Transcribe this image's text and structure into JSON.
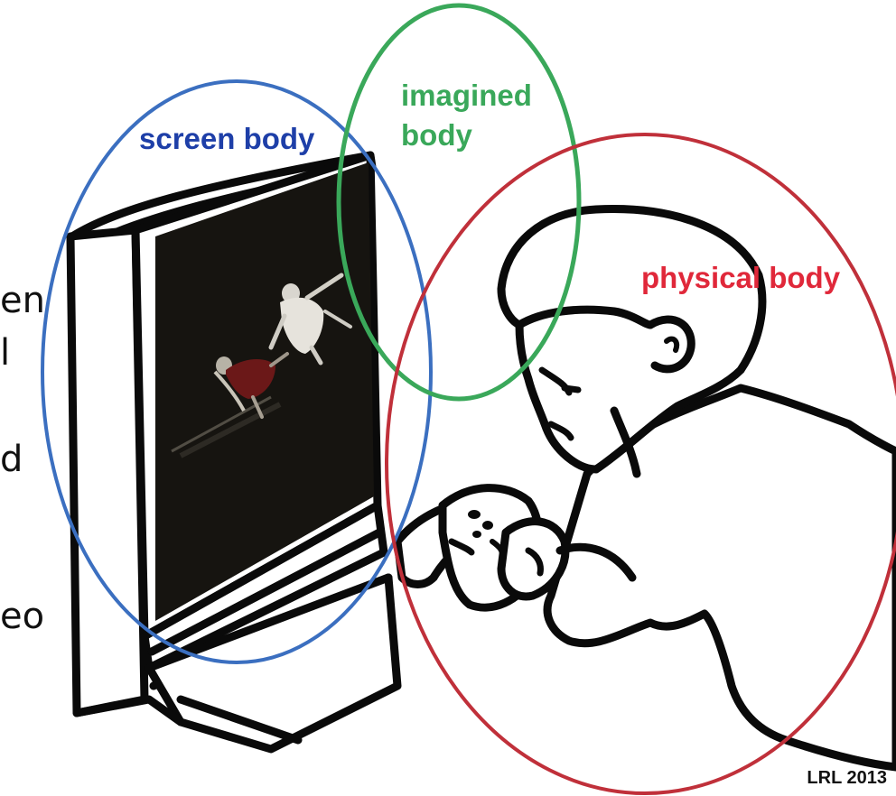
{
  "labels": {
    "screen_body": "screen body",
    "imagined_body_line1": "imagined",
    "imagined_body_line2": "body",
    "physical_body": "physical body"
  },
  "cropped_text_fragments": [
    "en",
    "l",
    "d",
    "eo"
  ],
  "credit": "LRL 2013",
  "colors": {
    "screen_body": "#3b6fc0",
    "screen_body_text": "#1e3fa8",
    "imagined_body": "#3aa85a",
    "physical_body": "#c0303a",
    "physical_body_text": "#e0283a",
    "outline": "#0a0a0a",
    "screen_fill": "#161410"
  },
  "icons": [
    "monitor-drawing",
    "game-characters-image",
    "person-drawing",
    "gamepad-drawing"
  ]
}
